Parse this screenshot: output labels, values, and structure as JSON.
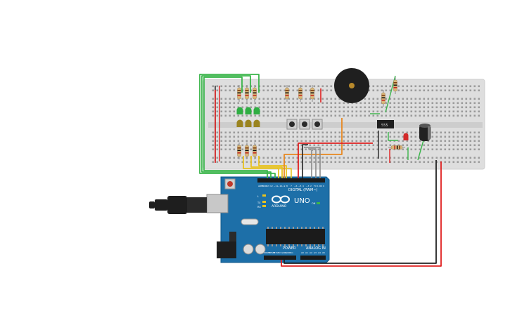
{
  "circuit": {
    "colors": {
      "breadboard": "#dedede",
      "breadboard_border": "#cfcfcf",
      "board_blue": "#1d6fa8",
      "wire_green": "#3ab54a",
      "wire_yellow": "#e8c21f",
      "wire_orange": "#e8871f",
      "wire_red": "#e02020",
      "wire_black": "#222222",
      "wire_gray": "#8a8a8a",
      "led_green": "#2fae43",
      "led_yellow": "#9a8420",
      "led_red": "#d32a2a"
    },
    "arduino": {
      "name": "UNO",
      "brand": "ARDUINO",
      "header_digital": "DIGITAL (PWM~)",
      "header_power": "POWER",
      "header_analog": "ANALOG IN",
      "led_labels": [
        "L",
        "TX",
        "RX",
        "ON"
      ],
      "digital_pins": [
        "AREF",
        "GND",
        "13",
        "12",
        "~11",
        "~10",
        "~9",
        "8",
        "7",
        "~6",
        "~5",
        "4",
        "~3",
        "2",
        "TX 1",
        "RX 0"
      ],
      "power_pins": [
        "IOREF",
        "RESET",
        "3.3V",
        "5V",
        "GND",
        "GND",
        "Vin"
      ],
      "analog_pins": [
        "A0",
        "A1",
        "A2",
        "A3",
        "A4",
        "A5"
      ]
    },
    "chip": {
      "label": "555"
    },
    "components": {
      "usb_cable": "usb-cable-icon",
      "buzzer": "piezo-buzzer-icon",
      "capacitor": "electrolytic-capacitor-icon",
      "push_buttons": [
        "push-button-icon",
        "push-button-icon",
        "push-button-icon"
      ]
    }
  }
}
